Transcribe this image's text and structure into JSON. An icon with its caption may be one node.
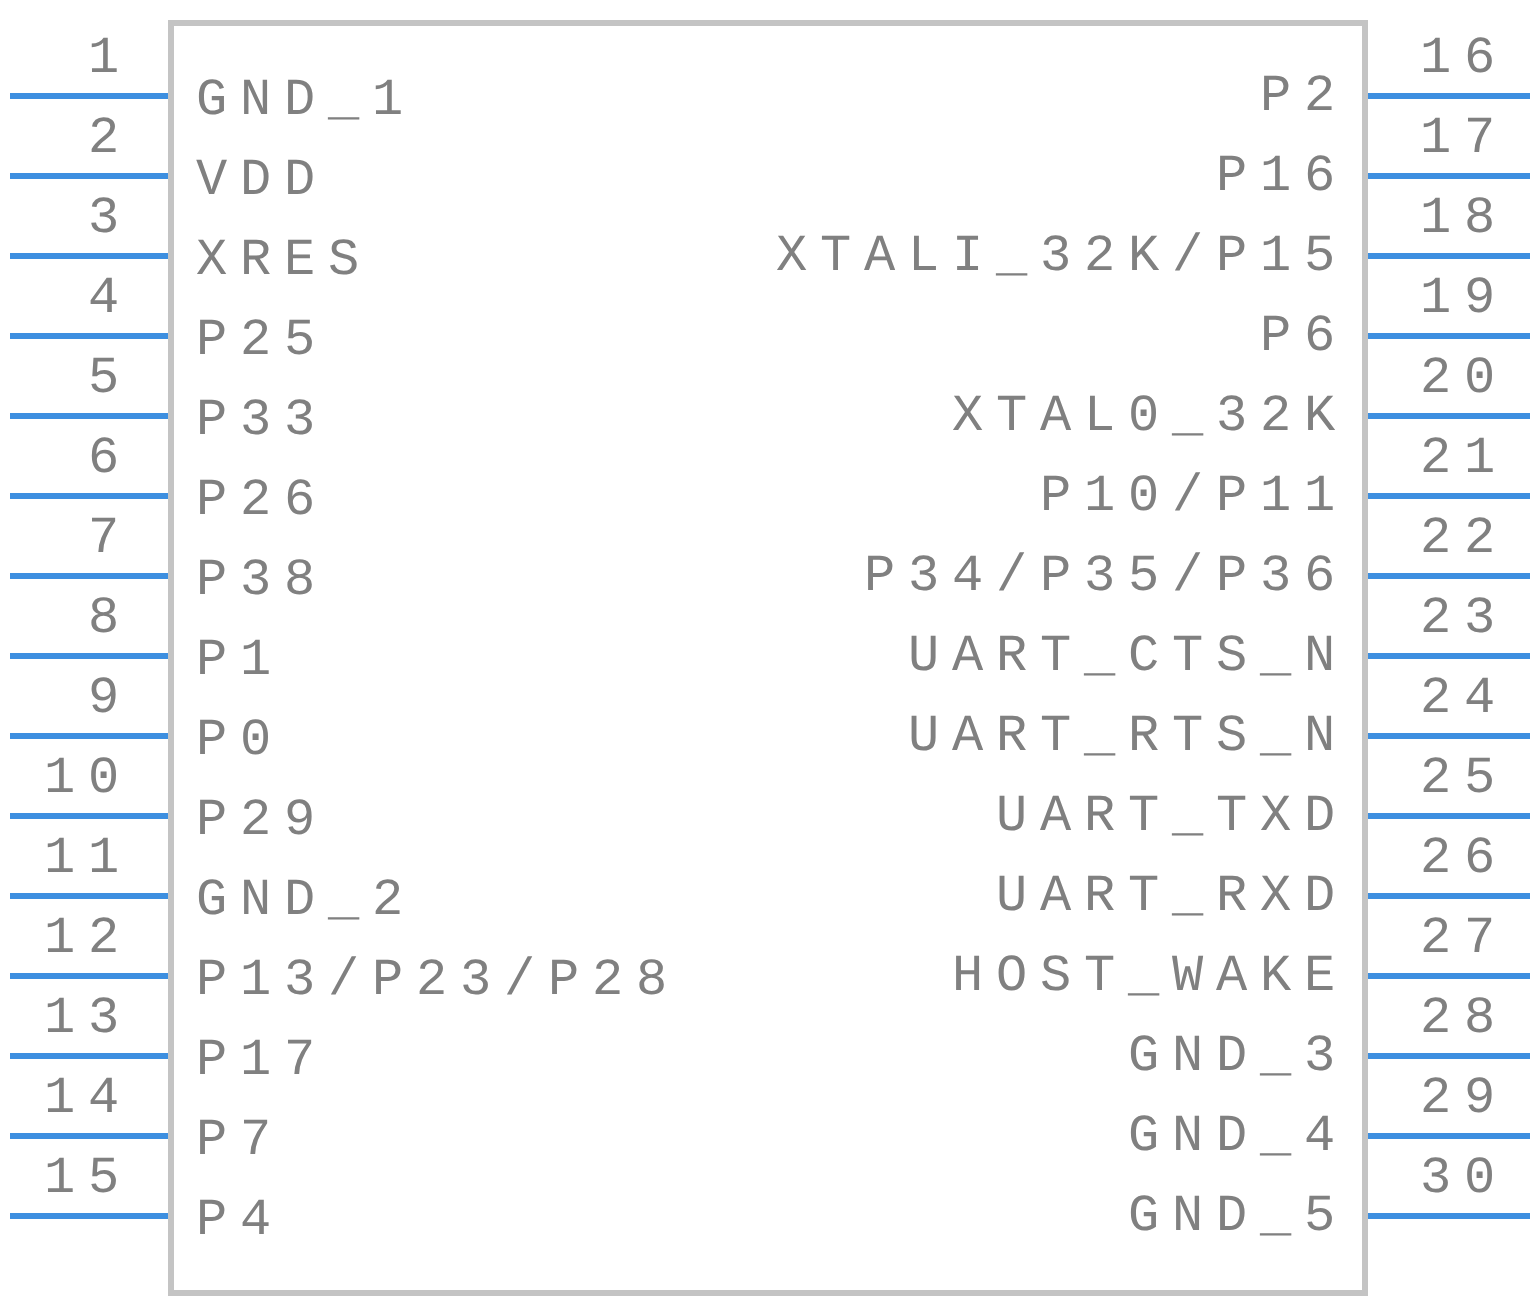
{
  "diagram": {
    "nodes": [
      {
        "text": [
          "GND_1",
          "VDD",
          "XRES",
          "P25",
          "P33",
          "P26",
          "P38",
          "P1",
          "P0",
          "P29",
          "GND_2",
          "P13/P23/P28",
          "P17",
          "P7",
          "P4",
          "P2",
          "P16",
          "XTALI_32K/P15",
          "P6",
          "XTAL0_32K",
          "P10/P11",
          "P34/P35/P36",
          "UART_CTS_N",
          "UART_RTS_N",
          "UART_TXD",
          "UART_RXD",
          "HOST_WAKE",
          "GND_3",
          "GND_4",
          "GND_5"
        ]
      }
    ],
    "labels": [
      "1",
      "2",
      "3",
      "4",
      "5",
      "6",
      "7",
      "8",
      "9",
      "10",
      "11",
      "12",
      "13",
      "14",
      "15",
      "16",
      "17",
      "18",
      "19",
      "20",
      "21",
      "22",
      "23",
      "24",
      "25",
      "26",
      "27",
      "28",
      "29",
      "30"
    ]
  }
}
